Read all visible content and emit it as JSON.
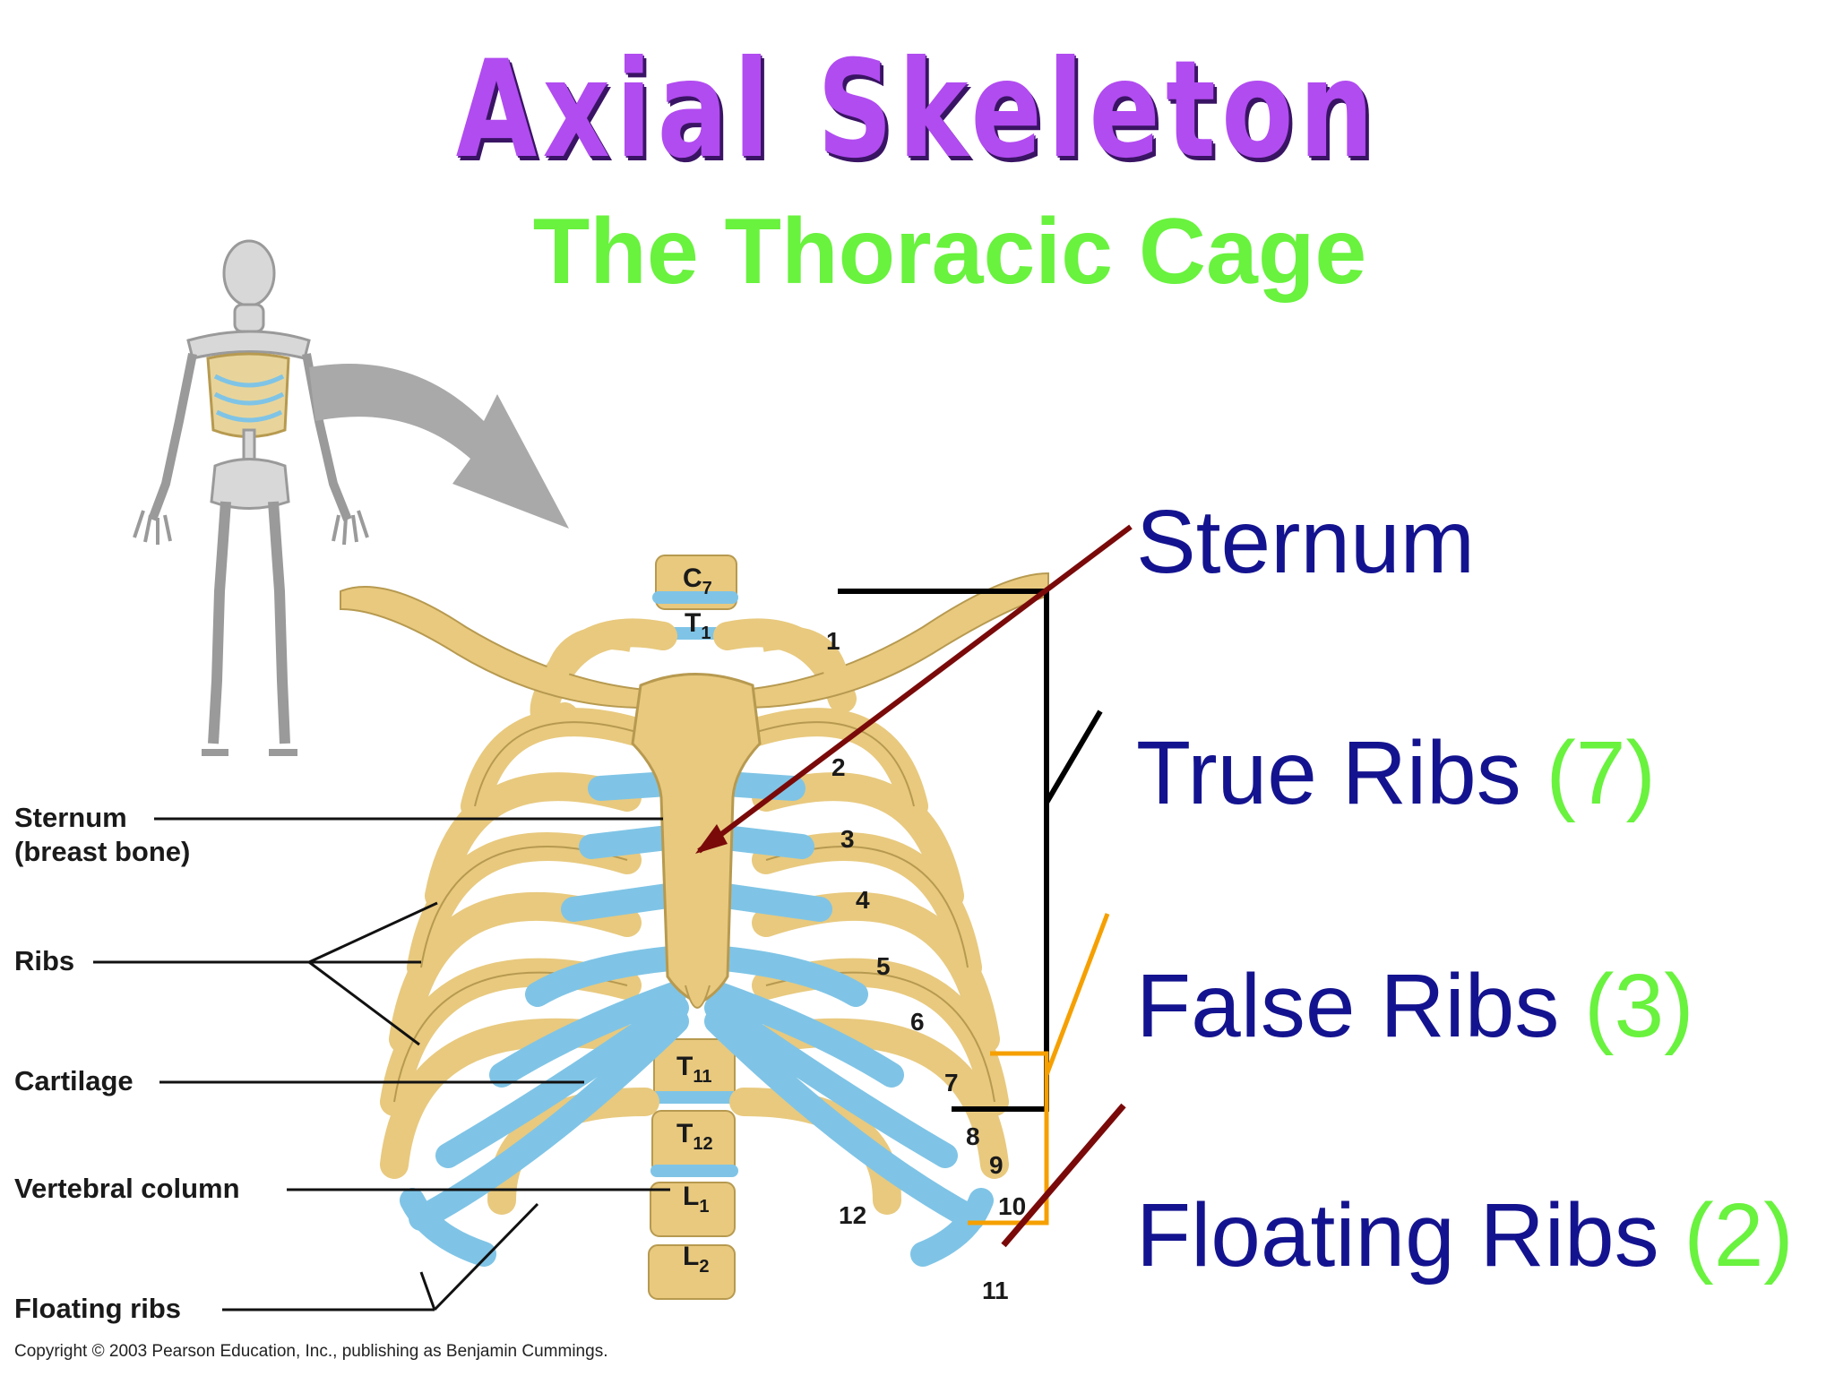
{
  "title": "Axial Skeleton",
  "subtitle": "The Thoracic Cage",
  "terms": [
    {
      "name": "Sternum",
      "count": ""
    },
    {
      "name": "True Ribs ",
      "count": "(7)"
    },
    {
      "name": "False Ribs ",
      "count": "(3)"
    },
    {
      "name": "Floating Ribs ",
      "count": "(2)"
    }
  ],
  "diagram_labels": {
    "sternum_line1": "Sternum",
    "sternum_line2": "(breast bone)",
    "ribs": "Ribs",
    "cartilage": "Cartilage",
    "vertebral_column": "Vertebral column",
    "floating_ribs": "Floating ribs"
  },
  "vertebrae": [
    "C7",
    "T1",
    "T11",
    "T12",
    "L1",
    "L2"
  ],
  "rib_numbers": [
    "1",
    "2",
    "3",
    "4",
    "5",
    "6",
    "7",
    "8",
    "9",
    "10",
    "11",
    "12"
  ],
  "copyright": "Copyright © 2003 Pearson Education, Inc., publishing as Benjamin Cummings.",
  "colors": {
    "bone": "#e8c97e",
    "cartilage": "#7fc4e6",
    "title": "#b14cf0",
    "subtitle": "#69f23e",
    "term": "#14138f",
    "bracket_true": "#000000",
    "bracket_false": "#f5a000",
    "pointer": "#7a0a0a"
  }
}
